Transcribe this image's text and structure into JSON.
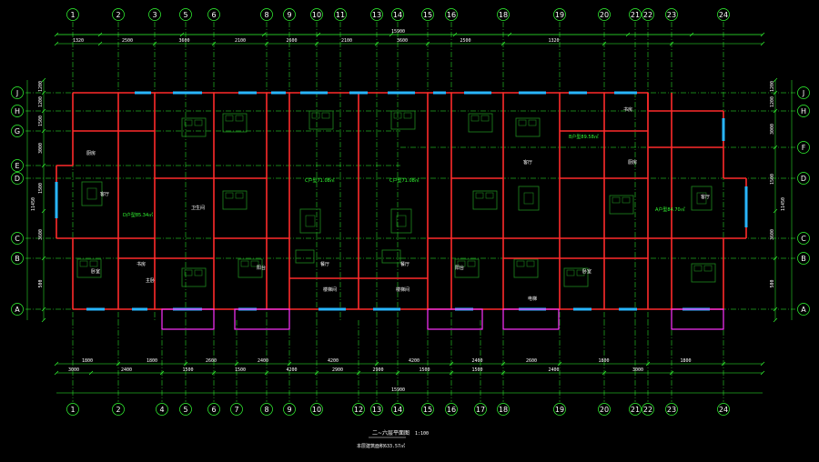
{
  "axes_x": [
    "1",
    "2",
    "3",
    "5",
    "6",
    "8",
    "9",
    "10",
    "11",
    "13",
    "14",
    "15",
    "16",
    "18",
    "19",
    "20",
    "21",
    "22",
    "23",
    "24"
  ],
  "axes_x_bottom": [
    "1",
    "2",
    "4",
    "5",
    "6",
    "7",
    "8",
    "9",
    "10",
    "12",
    "13",
    "14",
    "15",
    "16",
    "17",
    "18",
    "19",
    "20",
    "21",
    "22",
    "23",
    "24"
  ],
  "axes_y_left": [
    "J",
    "H",
    "G",
    "E",
    "D",
    "C",
    "B",
    "A"
  ],
  "axes_y_right": [
    "J",
    "H",
    "F",
    "D",
    "C",
    "B",
    "A"
  ],
  "dims_top_overall": "15900",
  "dims_bottom_overall": "15900",
  "dims_top_row1": [
    "1320",
    "2500",
    "3600",
    "2100",
    "2600",
    "2100",
    "3600",
    "2500",
    "1320"
  ],
  "dims_bottom_row1": [
    "1800",
    "1800",
    "2600",
    "2400",
    "4200",
    "4200",
    "2400",
    "2600",
    "1800",
    "1800"
  ],
  "dims_bottom_row2": [
    "3000",
    "2400",
    "1500",
    "1500",
    "4200",
    "2900",
    "2900",
    "1500",
    "1500",
    "2400",
    "3000"
  ],
  "dims_left": [
    "1200",
    "1200",
    "1500",
    "3000",
    "1500",
    "3600",
    "500"
  ],
  "dims_right": [
    "1200",
    "1200",
    "3000",
    "1500",
    "3600",
    "500"
  ],
  "dims_left_total": "11450",
  "dims_right_total": "11450",
  "rooms": [
    "厨房",
    "客厅",
    "卧室",
    "主卧",
    "卫生间",
    "餐厅",
    "阳台",
    "书房",
    "楼梯间",
    "电梯"
  ],
  "units": [
    "D户型85.34㎡",
    "C户型71.08㎡",
    "C户型71.08㎡",
    "B户型89.58㎡",
    "A户型84.70㎡"
  ],
  "drawing_title": "二~六层平面图",
  "drawing_scale": "1:100",
  "drawing_note": "本层建筑面积633.57㎡",
  "colors": {
    "background": "#000000",
    "wall": "#ff2a2a",
    "axis": "#33ff33",
    "window": "#29b6ff",
    "furniture": "#1f8a1f",
    "balcony": "#ff33ff",
    "text": "#ffffff"
  }
}
